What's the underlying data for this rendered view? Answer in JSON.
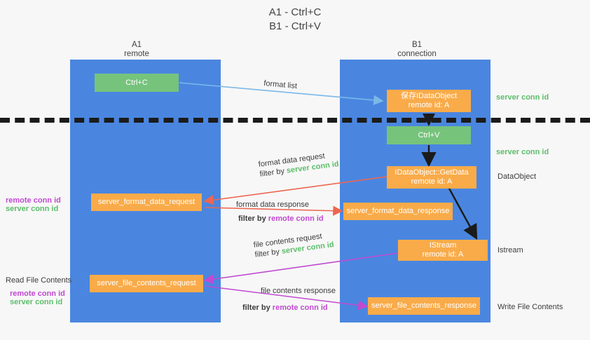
{
  "title": {
    "line1": "A1 - Ctrl+C",
    "line2": "B1 - Ctrl+V"
  },
  "lanes": [
    {
      "id": "a1",
      "name": "A1",
      "sub": "remote",
      "color": "#4a86e0"
    },
    {
      "id": "b1",
      "name": "B1",
      "sub": "connection",
      "color": "#4a86e0"
    }
  ],
  "nodes": [
    {
      "id": "ctrl-c",
      "label": "Ctrl+C",
      "sub": "",
      "color": "#76c37c"
    },
    {
      "id": "save-idataobject",
      "label": "保存IDataObject",
      "sub": "remote id: A",
      "color": "#f9ab49"
    },
    {
      "id": "ctrl-v",
      "label": "Ctrl+V",
      "sub": "",
      "color": "#76c37c"
    },
    {
      "id": "idataobject-getdata",
      "label": "IDataObject::GetData",
      "sub": "remote id: A",
      "color": "#f9ab49"
    },
    {
      "id": "server-format-data-request",
      "label": "server_format_data_request",
      "sub": "",
      "color": "#f9ab49"
    },
    {
      "id": "server-format-data-response",
      "label": "server_format_data_response",
      "sub": "",
      "color": "#f9ab49"
    },
    {
      "id": "istream",
      "label": "IStream",
      "sub": "remote id: A",
      "color": "#f9ab49"
    },
    {
      "id": "server-file-contents-request",
      "label": "server_file_contents_request",
      "sub": "",
      "color": "#f9ab49"
    },
    {
      "id": "server-file-contents-response",
      "label": "server_file_contents_response",
      "sub": "",
      "color": "#f9ab49"
    }
  ],
  "edge_labels": {
    "format_list": "format list",
    "format_data_request": "format data request",
    "format_data_response": "format data response",
    "file_contents_request": "file contents request",
    "file_contents_response": "file contents response",
    "filter_by": "filter by",
    "server_conn_id": "server conn id",
    "remote_conn_id": "remote conn id"
  },
  "right_labels": [
    {
      "id": "server-conn-id-top",
      "text": "server conn id",
      "color": "#5cbd6a"
    },
    {
      "id": "server-conn-id-second",
      "text": "server conn id",
      "color": "#5cbd6a"
    },
    {
      "id": "dataobject",
      "text": "DataObject",
      "color": "#3c3c3c"
    },
    {
      "id": "istream-label",
      "text": "Istream",
      "color": "#3c3c3c"
    },
    {
      "id": "write-file-contents",
      "text": "Write File Contents",
      "color": "#3c3c3c"
    }
  ],
  "left_labels": [
    {
      "id": "remote-conn-id-1",
      "text": "remote conn id",
      "color": "#c04ad0"
    },
    {
      "id": "server-conn-id-1",
      "text": "server conn id",
      "color": "#5cbd6a"
    },
    {
      "id": "read-file-contents",
      "text": "Read File Contents",
      "color": "#3c3c3c"
    },
    {
      "id": "remote-conn-id-2",
      "text": "remote conn id",
      "color": "#c04ad0"
    },
    {
      "id": "server-conn-id-2",
      "text": "server conn id",
      "color": "#5cbd6a"
    }
  ],
  "colors": {
    "lane": "#4a86e0",
    "green_node": "#76c37c",
    "orange_node": "#f9ab49",
    "blue_arrow": "#7ab8e8",
    "red_arrow": "#ee6651",
    "magenta_arrow": "#c04ad0",
    "dark_arrow": "#1b1b1b",
    "background": "#f7f7f7"
  }
}
